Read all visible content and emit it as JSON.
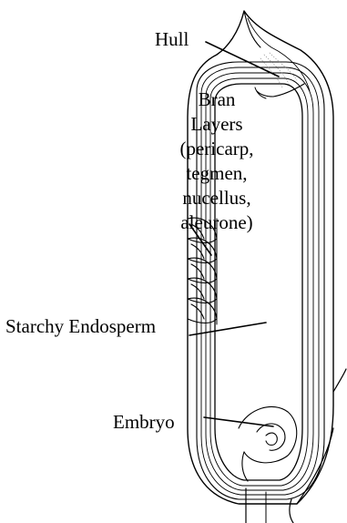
{
  "labels": {
    "hull": "Hull",
    "bran_lines": [
      "Bran",
      "Layers",
      "(pericarp,",
      "tegmen,",
      "nucellus,",
      "aleurone)"
    ],
    "starchy_endosperm": "Starchy Endosperm",
    "embryo": "Embryo"
  },
  "colors": {
    "line": "#000000",
    "background": "#ffffff"
  }
}
